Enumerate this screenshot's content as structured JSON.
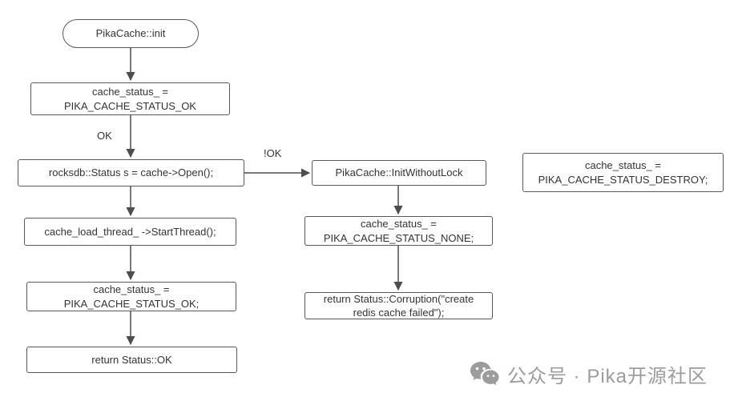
{
  "diagram": {
    "nodes": {
      "init": {
        "label": "PikaCache::init"
      },
      "set_status_ok": {
        "label": "cache_status_ =\nPIKA_CACHE_STATUS_OK"
      },
      "open": {
        "label": "rocksdb::Status s = cache->Open();"
      },
      "init_without_lock": {
        "label": "PikaCache::InitWithoutLock"
      },
      "status_destroy": {
        "label": "cache_status_ =\nPIKA_CACHE_STATUS_DESTROY;"
      },
      "start_thread": {
        "label": "cache_load_thread_ ->StartThread();"
      },
      "set_status_ok_final": {
        "label": "cache_status_ =\nPIKA_CACHE_STATUS_OK;"
      },
      "return_ok": {
        "label": "return Status::OK"
      },
      "set_status_none": {
        "label": "cache_status_ =\nPIKA_CACHE_STATUS_NONE;"
      },
      "return_corruption": {
        "label": "return Status::Corruption(\"create\nredis cache failed\");"
      }
    },
    "edge_labels": {
      "ok": "OK",
      "not_ok": "!OK"
    }
  },
  "watermark": {
    "text": "公众号 · Pika开源社区"
  },
  "colors": {
    "border": "#595959",
    "text": "#333333",
    "arrow": "#4d4d4d",
    "watermark": "#9c9c9c",
    "background": "#ffffff"
  }
}
